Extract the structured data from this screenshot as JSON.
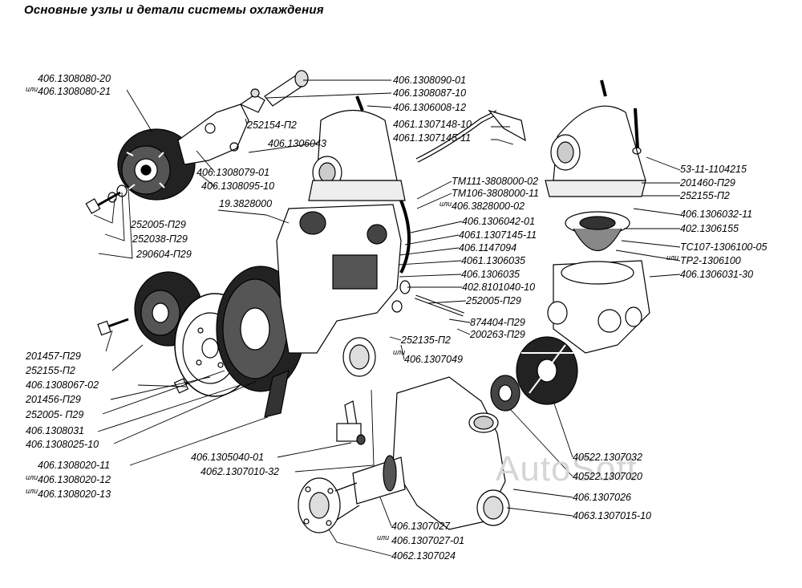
{
  "title": "Основные узлы и детали системы охлаждения",
  "watermark": "AutoSoft",
  "ili": "или",
  "labels": {
    "l01": "406.1308080-20",
    "l02": "406.1308080-21",
    "l03": "406.1308090-01",
    "l04": "406.1308087-10",
    "l05": "406.1306008-12",
    "l06": "4061.1307148-10",
    "l07": "4061.1307145-11",
    "l08": "252154-П2",
    "l09": "406.1306043",
    "l10": "406.1308079-01",
    "l11": "406.1308095-10",
    "l12": "19.3828000",
    "l13": "252005-П29",
    "l14": "252038-П29",
    "l15": "290604-П29",
    "l16": "ТМ111-3808000-02",
    "l17": "ТМ106-3808000-11",
    "l18": "406.3828000-02",
    "l19": "406.1306042-01",
    "l20": "4061.1307145-11",
    "l21": "406.1147094",
    "l22": "4061.1306035",
    "l23": "406.1306035",
    "l24": "402.8101040-10",
    "l25": "252005-П29",
    "l26": "874404-П29",
    "l27": "200263-П29",
    "l28": "252135-П2",
    "l29": "406.1307049",
    "l30": "53-11-1104215",
    "l31": "201460-П29",
    "l32": "252155-П2",
    "l33": "406.1306032-11",
    "l34": "402.1306155",
    "l35": "ТС107-1306100-05",
    "l36": "ТР2-1306100",
    "l37": "406.1306031-30",
    "l38": "201457-П29",
    "l39": "252155-П2",
    "l40": "406.1308067-02",
    "l41": "201456-П29",
    "l42": "252005- П29",
    "l43": "406.1308031",
    "l44": "406.1308025-10",
    "l45": "406.1308020-11",
    "l46": "406.1308020-12",
    "l47": "406.1308020-13",
    "l48": "406.1305040-01",
    "l49": "4062.1307010-32",
    "l50": "40522.1307032",
    "l51": "40522.1307020",
    "l52": "406.1307026",
    "l53": "4063.1307015-10",
    "l54": "406.1307027",
    "l55": "406.1307027-01",
    "l56": "4062.1307024"
  }
}
